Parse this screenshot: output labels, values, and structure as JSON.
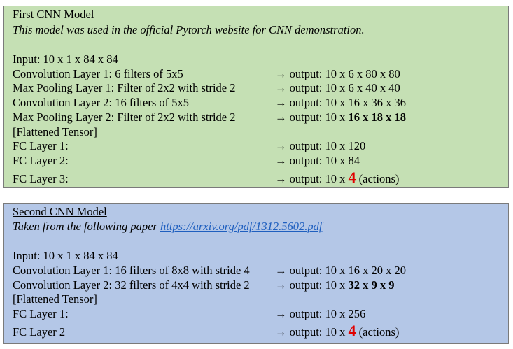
{
  "model1": {
    "title": "First CNN Model",
    "subtitle": "This model was used in the official Pytorch website for CNN demonstration.",
    "input": "Input: 10 x 1 x 84 x 84",
    "rows": [
      {
        "label": "Convolution Layer 1: 6 filters of 5x5",
        "out": "→ output: 10 x 6 x 80 x 80"
      },
      {
        "label": "Max Pooling Layer 1: Filter of 2x2 with stride 2",
        "out": "→ output: 10 x 6 x 40 x 40"
      },
      {
        "label": "Convolution Layer 2: 16 filters of 5x5",
        "out": "→ output: 10 x 16 x 36 x 36"
      },
      {
        "label": "Max Pooling Layer 2: Filter of 2x2 with stride 2",
        "out_prefix": "→ output: 10 x ",
        "out_bold": "16 x 18 x 18"
      },
      {
        "label": "[Flattened Tensor]"
      },
      {
        "label": "FC Layer 1:",
        "out": "→ output: 10 x 120"
      },
      {
        "label": "FC Layer 2:",
        "out": "→ output: 10 x 84"
      },
      {
        "label": "FC Layer 3:",
        "out_prefix": "→ output: 10 x ",
        "out_big": "4",
        "out_suffix": " (actions)"
      }
    ]
  },
  "model2": {
    "title": "Second CNN Model",
    "subtitle_prefix": "Taken from the following paper ",
    "link": "https://arxiv.org/pdf/1312.5602.pdf",
    "input": "Input: 10 x 1 x 84 x 84",
    "rows": [
      {
        "label": "Convolution Layer 1: 16 filters of 8x8 with stride 4",
        "out": "→ output: 10 x 16 x 20 x 20"
      },
      {
        "label": "Convolution Layer 2: 32 filters of 4x4 with stride 2",
        "out_prefix": "→ output: 10 x ",
        "out_bold": "32 x 9 x 9"
      },
      {
        "label": "[Flattened Tensor]"
      },
      {
        "label": "FC Layer 1:",
        "out": "→ output: 10 x 256"
      },
      {
        "label": "FC Layer 2",
        "out_prefix": "→ output: 10 x ",
        "out_big": "4",
        "out_suffix": " (actions)"
      }
    ]
  },
  "colors": {
    "box1_bg": "#c5e0b4",
    "box2_bg": "#b4c7e7",
    "highlight": "#e00000",
    "link": "#1f5fbf"
  }
}
